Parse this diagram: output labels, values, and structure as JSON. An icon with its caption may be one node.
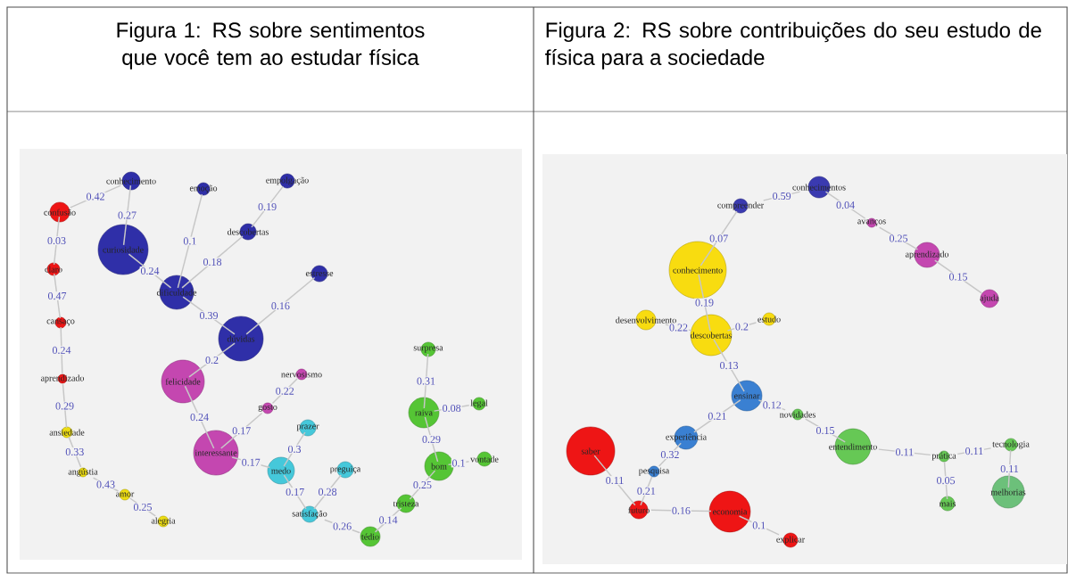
{
  "diagram": {
    "nodes": [
      {
        "text": [
          "conhecimento"
        ]
      },
      {
        "text": [
          "empolgação"
        ]
      },
      {
        "text": [
          "emoção"
        ]
      },
      {
        "text": [
          "confusão"
        ]
      },
      {
        "text": [
          "descobertas"
        ]
      },
      {
        "text": [
          "curiosidade"
        ]
      },
      {
        "text": [
          "claro"
        ]
      },
      {
        "text": [
          "estresse"
        ]
      },
      {
        "text": [
          "dificuldade"
        ]
      },
      {
        "text": [
          "cansaço"
        ]
      },
      {
        "text": [
          "dúvidas"
        ]
      },
      {
        "text": [
          "surpresa"
        ]
      },
      {
        "text": [
          "nervosismo"
        ]
      },
      {
        "text": [
          "aprendizado"
        ]
      },
      {
        "text": [
          "felicidade"
        ]
      },
      {
        "text": [
          "legal"
        ]
      },
      {
        "text": [
          "gosto"
        ]
      },
      {
        "text": [
          "raiva"
        ]
      },
      {
        "text": [
          "prazer"
        ]
      },
      {
        "text": [
          "ansiedade"
        ]
      },
      {
        "text": [
          "interessante"
        ]
      },
      {
        "text": [
          "vontade"
        ]
      },
      {
        "text": [
          "bom"
        ]
      },
      {
        "text": [
          "preguiça"
        ]
      },
      {
        "text": [
          "medo"
        ]
      },
      {
        "text": [
          "angústia"
        ]
      },
      {
        "text": [
          "amor"
        ]
      },
      {
        "text": [
          "tristeza"
        ]
      },
      {
        "text": [
          "satisfação"
        ]
      },
      {
        "text": [
          "alegria"
        ]
      },
      {
        "text": [
          "tédio"
        ]
      },
      {
        "text": [
          "conhecimentos"
        ]
      },
      {
        "text": [
          "compreender"
        ]
      },
      {
        "text": [
          "avanços"
        ]
      },
      {
        "text": [
          "aprendizado"
        ]
      },
      {
        "text": [
          "conhecimento"
        ]
      },
      {
        "text": [
          "ajuda"
        ]
      },
      {
        "text": [
          "estudo"
        ]
      },
      {
        "text": [
          "desenvolvimento"
        ]
      },
      {
        "text": [
          "descobertas"
        ]
      },
      {
        "text": [
          "ensinar"
        ]
      },
      {
        "text": [
          "novidades"
        ]
      },
      {
        "text": [
          "experiência"
        ]
      },
      {
        "text": [
          "entendimento"
        ]
      },
      {
        "text": [
          "tecnologia"
        ]
      },
      {
        "text": [
          "saber"
        ]
      },
      {
        "text": [
          "prática"
        ]
      },
      {
        "text": [
          "pesquisa"
        ]
      },
      {
        "text": [
          "melhorias"
        ]
      },
      {
        "text": [
          "mais"
        ]
      },
      {
        "text": [
          "futuro"
        ]
      },
      {
        "text": [
          "economia"
        ]
      },
      {
        "text": [
          "explicar"
        ]
      }
    ],
    "edges": [
      {
        "from": 3,
        "to": 0,
        "arrow": "none",
        "label": "0.42"
      },
      {
        "from": 0,
        "to": 5,
        "arrow": "none",
        "label": "0.27"
      },
      {
        "from": 3,
        "to": 6,
        "arrow": "none",
        "label": "0.03"
      },
      {
        "from": 6,
        "to": 9,
        "arrow": "none",
        "label": "0.47"
      },
      {
        "from": 9,
        "to": 13,
        "arrow": "none",
        "label": "0.24"
      },
      {
        "from": 13,
        "to": 19,
        "arrow": "none",
        "label": "0.29"
      },
      {
        "from": 19,
        "to": 25,
        "arrow": "none",
        "label": "0.33"
      },
      {
        "from": 25,
        "to": 26,
        "arrow": "none",
        "label": "0.43"
      },
      {
        "from": 26,
        "to": 29,
        "arrow": "none",
        "label": "0.25"
      },
      {
        "from": 5,
        "to": 8,
        "arrow": "none",
        "label": "0.24"
      },
      {
        "from": 8,
        "to": 2,
        "arrow": "none",
        "label": "0.1"
      },
      {
        "from": 8,
        "to": 4,
        "arrow": "none",
        "label": "0.18"
      },
      {
        "from": 4,
        "to": 1,
        "arrow": "none",
        "label": "0.19"
      },
      {
        "from": 8,
        "to": 10,
        "arrow": "none",
        "label": "0.39"
      },
      {
        "from": 10,
        "to": 7,
        "arrow": "none",
        "label": "0.16"
      },
      {
        "from": 10,
        "to": 14,
        "arrow": "none",
        "label": "0.2"
      },
      {
        "from": 14,
        "to": 20,
        "arrow": "none",
        "label": "0.24"
      },
      {
        "from": 20,
        "to": 16,
        "arrow": "none",
        "label": "0.17"
      },
      {
        "from": 16,
        "to": 12,
        "arrow": "none",
        "label": "0.22"
      },
      {
        "from": 20,
        "to": 24,
        "arrow": "none",
        "label": "0.17"
      },
      {
        "from": 24,
        "to": 18,
        "arrow": "none",
        "label": "0.3"
      },
      {
        "from": 24,
        "to": 28,
        "arrow": "none",
        "label": "0.17"
      },
      {
        "from": 28,
        "to": 23,
        "arrow": "none",
        "label": "0.28"
      },
      {
        "from": 28,
        "to": 30,
        "arrow": "none",
        "label": "0.26"
      },
      {
        "from": 30,
        "to": 27,
        "arrow": "none",
        "label": "0.14"
      },
      {
        "from": 27,
        "to": 22,
        "arrow": "none",
        "label": "0.25"
      },
      {
        "from": 22,
        "to": 17,
        "arrow": "none",
        "label": "0.29"
      },
      {
        "from": 17,
        "to": 11,
        "arrow": "none",
        "label": "0.31"
      },
      {
        "from": 17,
        "to": 15,
        "arrow": "none",
        "label": "0.08"
      },
      {
        "from": 22,
        "to": 21,
        "arrow": "none",
        "label": "0.1"
      },
      {
        "from": 32,
        "to": 31,
        "arrow": "none",
        "label": "0.59"
      },
      {
        "from": 31,
        "to": 33,
        "arrow": "none",
        "label": "0.04"
      },
      {
        "from": 33,
        "to": 34,
        "arrow": "none",
        "label": "0.25"
      },
      {
        "from": 34,
        "to": 36,
        "arrow": "none",
        "label": "0.15"
      },
      {
        "from": 32,
        "to": 35,
        "arrow": "none",
        "label": "0.07"
      },
      {
        "from": 35,
        "to": 39,
        "arrow": "none",
        "label": "0.19"
      },
      {
        "from": 39,
        "to": 38,
        "arrow": "none",
        "label": "0.22"
      },
      {
        "from": 39,
        "to": 37,
        "arrow": "none",
        "label": "0.2"
      },
      {
        "from": 39,
        "to": 40,
        "arrow": "none",
        "label": "0.13"
      },
      {
        "from": 40,
        "to": 41,
        "arrow": "none",
        "label": "0.12"
      },
      {
        "from": 41,
        "to": 43,
        "arrow": "none",
        "label": "0.15"
      },
      {
        "from": 40,
        "to": 42,
        "arrow": "none",
        "label": "0.21"
      },
      {
        "from": 42,
        "to": 47,
        "arrow": "none",
        "label": "0.32"
      },
      {
        "from": 47,
        "to": 50,
        "arrow": "none",
        "label": "0.21"
      },
      {
        "from": 45,
        "to": 50,
        "arrow": "none",
        "label": "0.11"
      },
      {
        "from": 50,
        "to": 51,
        "arrow": "none",
        "label": "0.16"
      },
      {
        "from": 51,
        "to": 52,
        "arrow": "none",
        "label": "0.1"
      },
      {
        "from": 43,
        "to": 46,
        "arrow": "none",
        "label": "0.11"
      },
      {
        "from": 46,
        "to": 44,
        "arrow": "none",
        "label": "0.11"
      },
      {
        "from": 44,
        "to": 48,
        "arrow": "none",
        "label": "0.11"
      },
      {
        "from": 46,
        "to": 49,
        "arrow": "none",
        "label": "0.05"
      }
    ],
    "labels": [
      "Figura 1: RS sobre sentimentos que você tem ao estudar física",
      "Figura 2: RS sobre contribuições do seu estudo de física para a sociedade"
    ]
  }
}
